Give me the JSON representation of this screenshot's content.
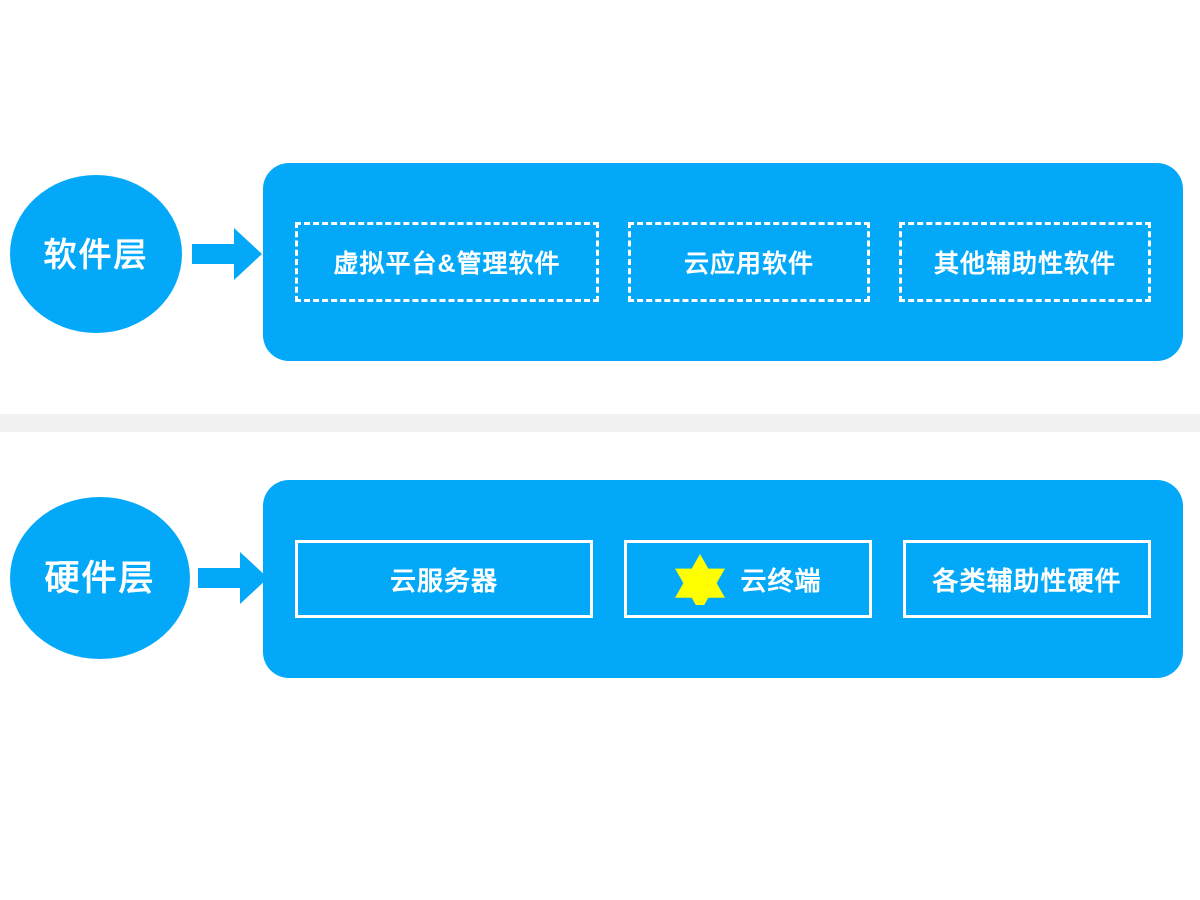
{
  "diagram": {
    "title_hidden": "",
    "colors": {
      "primary_blue": "#03a9f8",
      "panel_blue": "#03a9f8",
      "box_border": "#ffffff",
      "text": "#ffffff",
      "divider_gray": "#f1f1f1",
      "star_yellow": "#ffff00",
      "background": "#ffffff"
    }
  },
  "layers": [
    {
      "id": "software",
      "circle_label": "软件层",
      "arrow_icon": "right-arrow-icon",
      "box_style": "dashed",
      "items": [
        {
          "label": "虚拟平台&管理软件",
          "icon": null
        },
        {
          "label": "云应用软件",
          "icon": null
        },
        {
          "label": "其他辅助性软件",
          "icon": null
        }
      ]
    },
    {
      "id": "hardware",
      "circle_label": "硬件层",
      "arrow_icon": "right-arrow-icon",
      "box_style": "solid",
      "items": [
        {
          "label": "云服务器",
          "icon": null
        },
        {
          "label": "云终端",
          "icon": "six-pointed-star-icon"
        },
        {
          "label": "各类辅助性硬件",
          "icon": null
        }
      ]
    }
  ]
}
